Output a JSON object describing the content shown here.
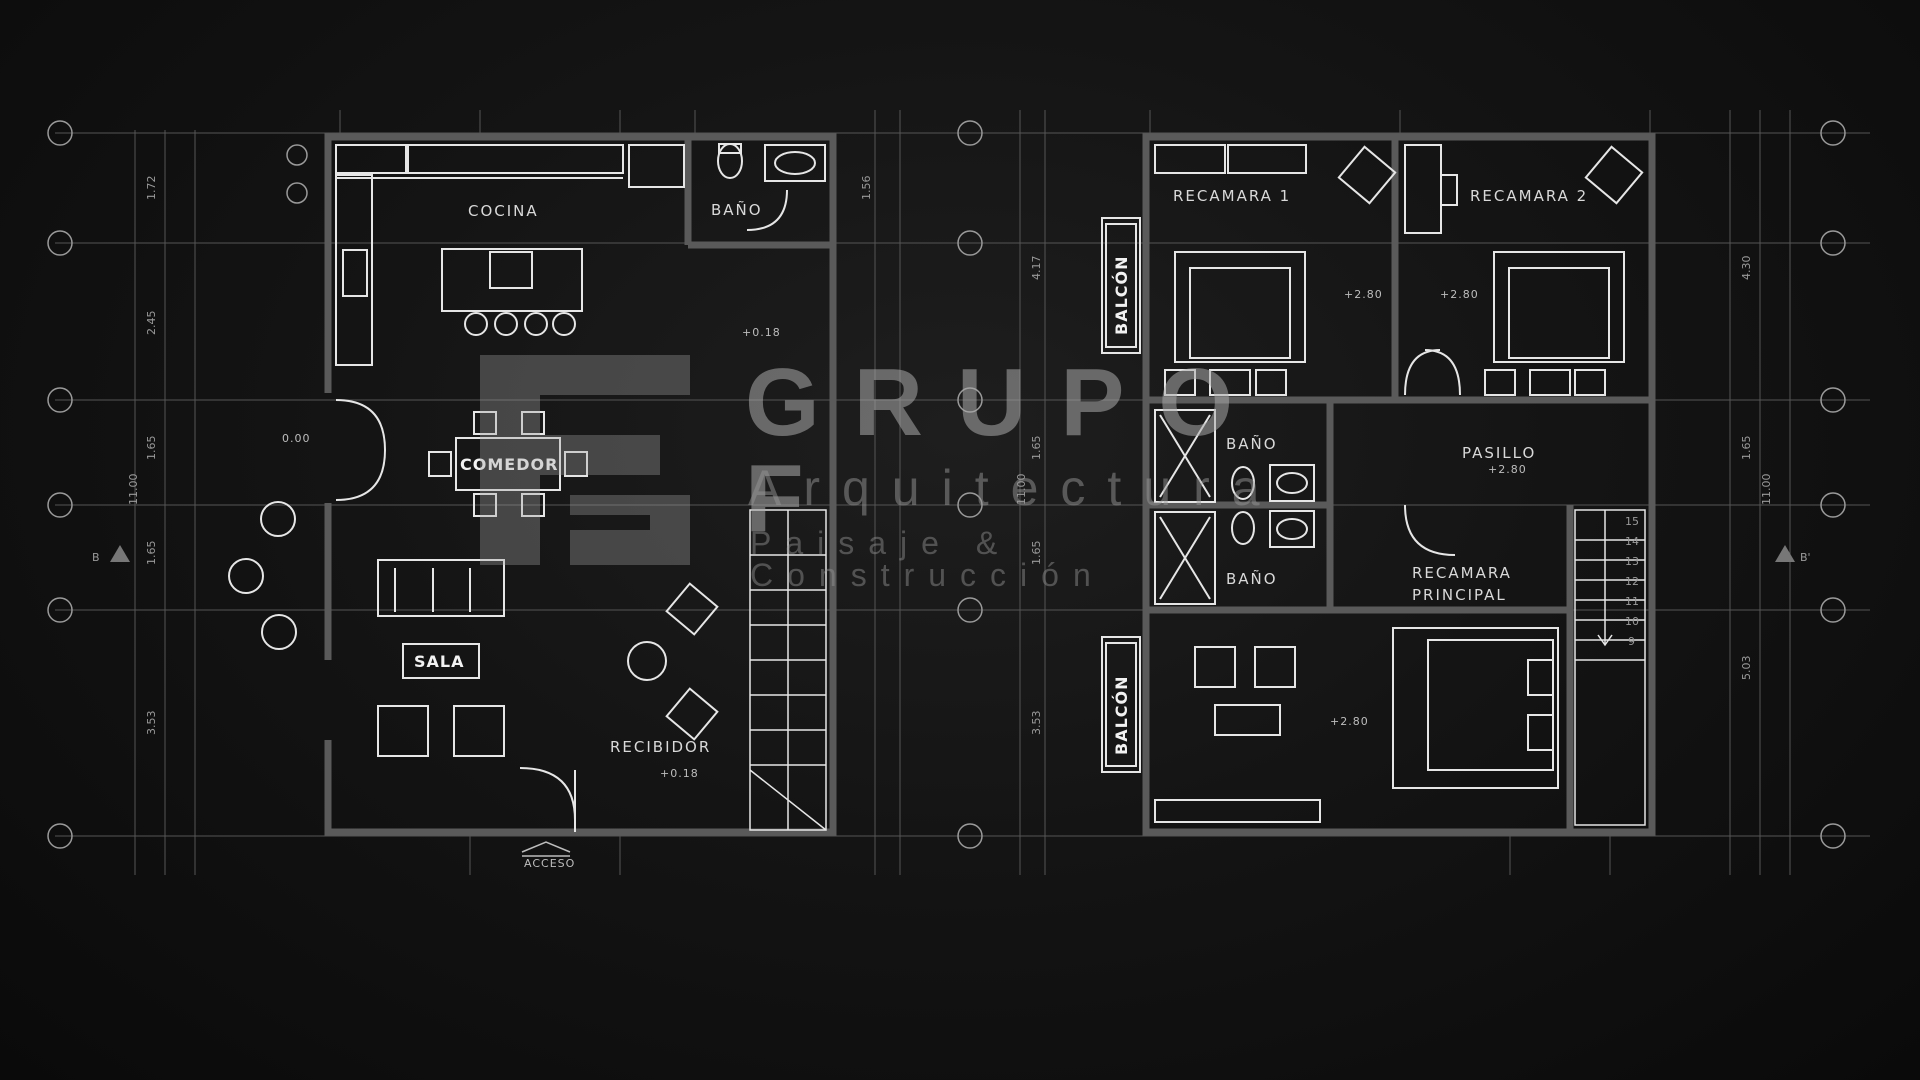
{
  "rooms": {
    "cocina": "COCINA",
    "bano_pb": "BAÑO",
    "comedor": "COMEDOR",
    "sala": "SALA",
    "recibidor": "RECIBIDOR",
    "recamara1": "RECAMARA 1",
    "recamara2": "RECAMARA 2",
    "bano_pa1": "BAÑO",
    "bano_pa2": "BAÑO",
    "pasillo": "PASILLO",
    "recamara_principal_1": "RECAMARA",
    "recamara_principal_2": "PRINCIPAL",
    "balcon_1": "BALCÓN",
    "balcon_2": "BALCÓN",
    "acceso": "ACCESO"
  },
  "levels": {
    "cocina": "+0.18",
    "exterior": "0.00",
    "recibidor": "+0.18",
    "rec1": "+2.80",
    "rec2": "+2.80",
    "pasillo": "+2.80",
    "principal": "+2.80"
  },
  "dimensions": {
    "left_1": "1.72",
    "left_2": "2.45",
    "left_3": "1.65",
    "left_4": "1.65",
    "left_5": "3.53",
    "left_total": "11.00",
    "mid_1": "1.56",
    "mid_2": "4.17",
    "mid_3": "1.65",
    "mid_4": "1.65",
    "mid_5": "3.53",
    "mid_total": "11.00",
    "right_1": "4.30",
    "right_2": "1.65",
    "right_3": "5.03",
    "right_total": "11.00"
  },
  "stairs": [
    "15",
    "14",
    "13",
    "12",
    "11",
    "10",
    "9"
  ],
  "section_marks": {
    "left": "B",
    "right": "B'"
  },
  "logo": {
    "name": "GRUPO F",
    "line1": "Arquitectura",
    "line2": "Paisaje & Construcción"
  },
  "colors": {
    "background": "#141414",
    "lines": "#e6e6e6",
    "walls": "#5a5a5a",
    "logo": "#aaaaaa"
  }
}
